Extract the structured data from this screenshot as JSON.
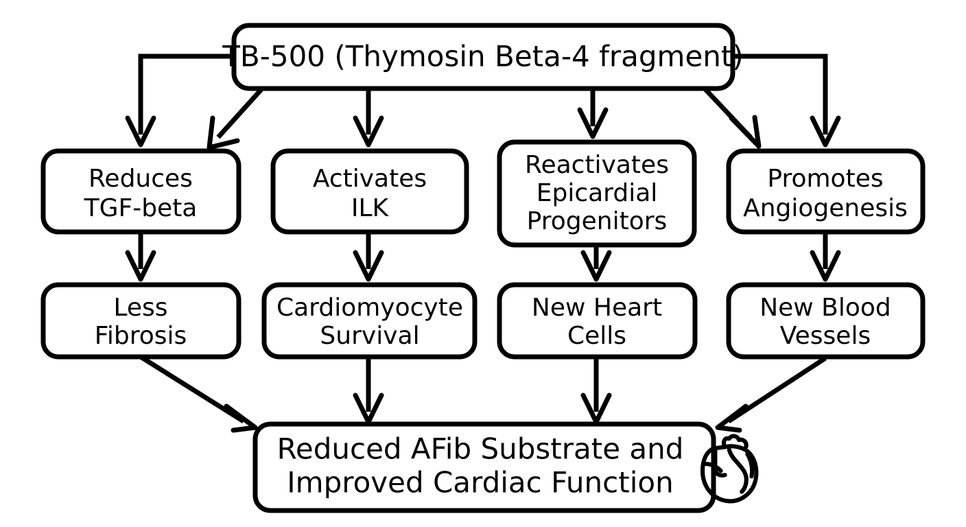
{
  "diagram": {
    "title": "TB-500 mechanism flowchart",
    "style": {
      "stroke_color": "#000000",
      "fill_color": "#ffffff",
      "background": "#ffffff"
    },
    "root": {
      "id": "tb500",
      "label": "TB-500 (Thymosin Beta-4 fragment)",
      "font_size": 42
    },
    "mechanisms": [
      {
        "id": "reduces-tgf-beta",
        "lines": [
          "Reduces",
          "TGF-beta"
        ],
        "line1": "Reduces",
        "line2": "TGF-beta",
        "line3": "",
        "font_size": 36
      },
      {
        "id": "activates-ilk",
        "lines": [
          "Activates",
          "ILK"
        ],
        "line1": "Activates",
        "line2": "ILK",
        "line3": "",
        "font_size": 36
      },
      {
        "id": "reactivates-epicardial-progenitors",
        "lines": [
          "Reactivates",
          "Epicardial",
          "Progenitors"
        ],
        "line1": "Reactivates",
        "line2": "Epicardial",
        "line3": "Progenitors",
        "font_size": 36
      },
      {
        "id": "promotes-angiogenesis",
        "lines": [
          "Promotes",
          "Angiogenesis"
        ],
        "line1": "Promotes",
        "line2": "Angiogenesis",
        "line3": "",
        "font_size": 36
      }
    ],
    "outcomes": [
      {
        "id": "less-fibrosis",
        "lines": [
          "Less",
          "Fibrosis"
        ],
        "line1": "Less",
        "line2": "Fibrosis",
        "font_size": 36
      },
      {
        "id": "cardiomyocyte-survival",
        "lines": [
          "Cardiomyocyte",
          "Survival"
        ],
        "line1": "Cardiomyocyte",
        "line2": "Survival",
        "font_size": 36
      },
      {
        "id": "new-heart-cells",
        "lines": [
          "New Heart",
          "Cells"
        ],
        "line1": "New Heart",
        "line2": "Cells",
        "font_size": 36
      },
      {
        "id": "new-blood-vessels",
        "lines": [
          "New Blood",
          "Vessels"
        ],
        "line1": "New Blood",
        "line2": "Vessels",
        "font_size": 36
      }
    ],
    "result": {
      "id": "reduced-afib-substrate",
      "lines": [
        "Reduced AFib Substrate and",
        "Improved Cardiac Function"
      ],
      "line1": "Reduced AFib Substrate and",
      "line2": "Improved Cardiac Function",
      "font_size": 42,
      "icon": "anatomical-heart-icon"
    }
  }
}
